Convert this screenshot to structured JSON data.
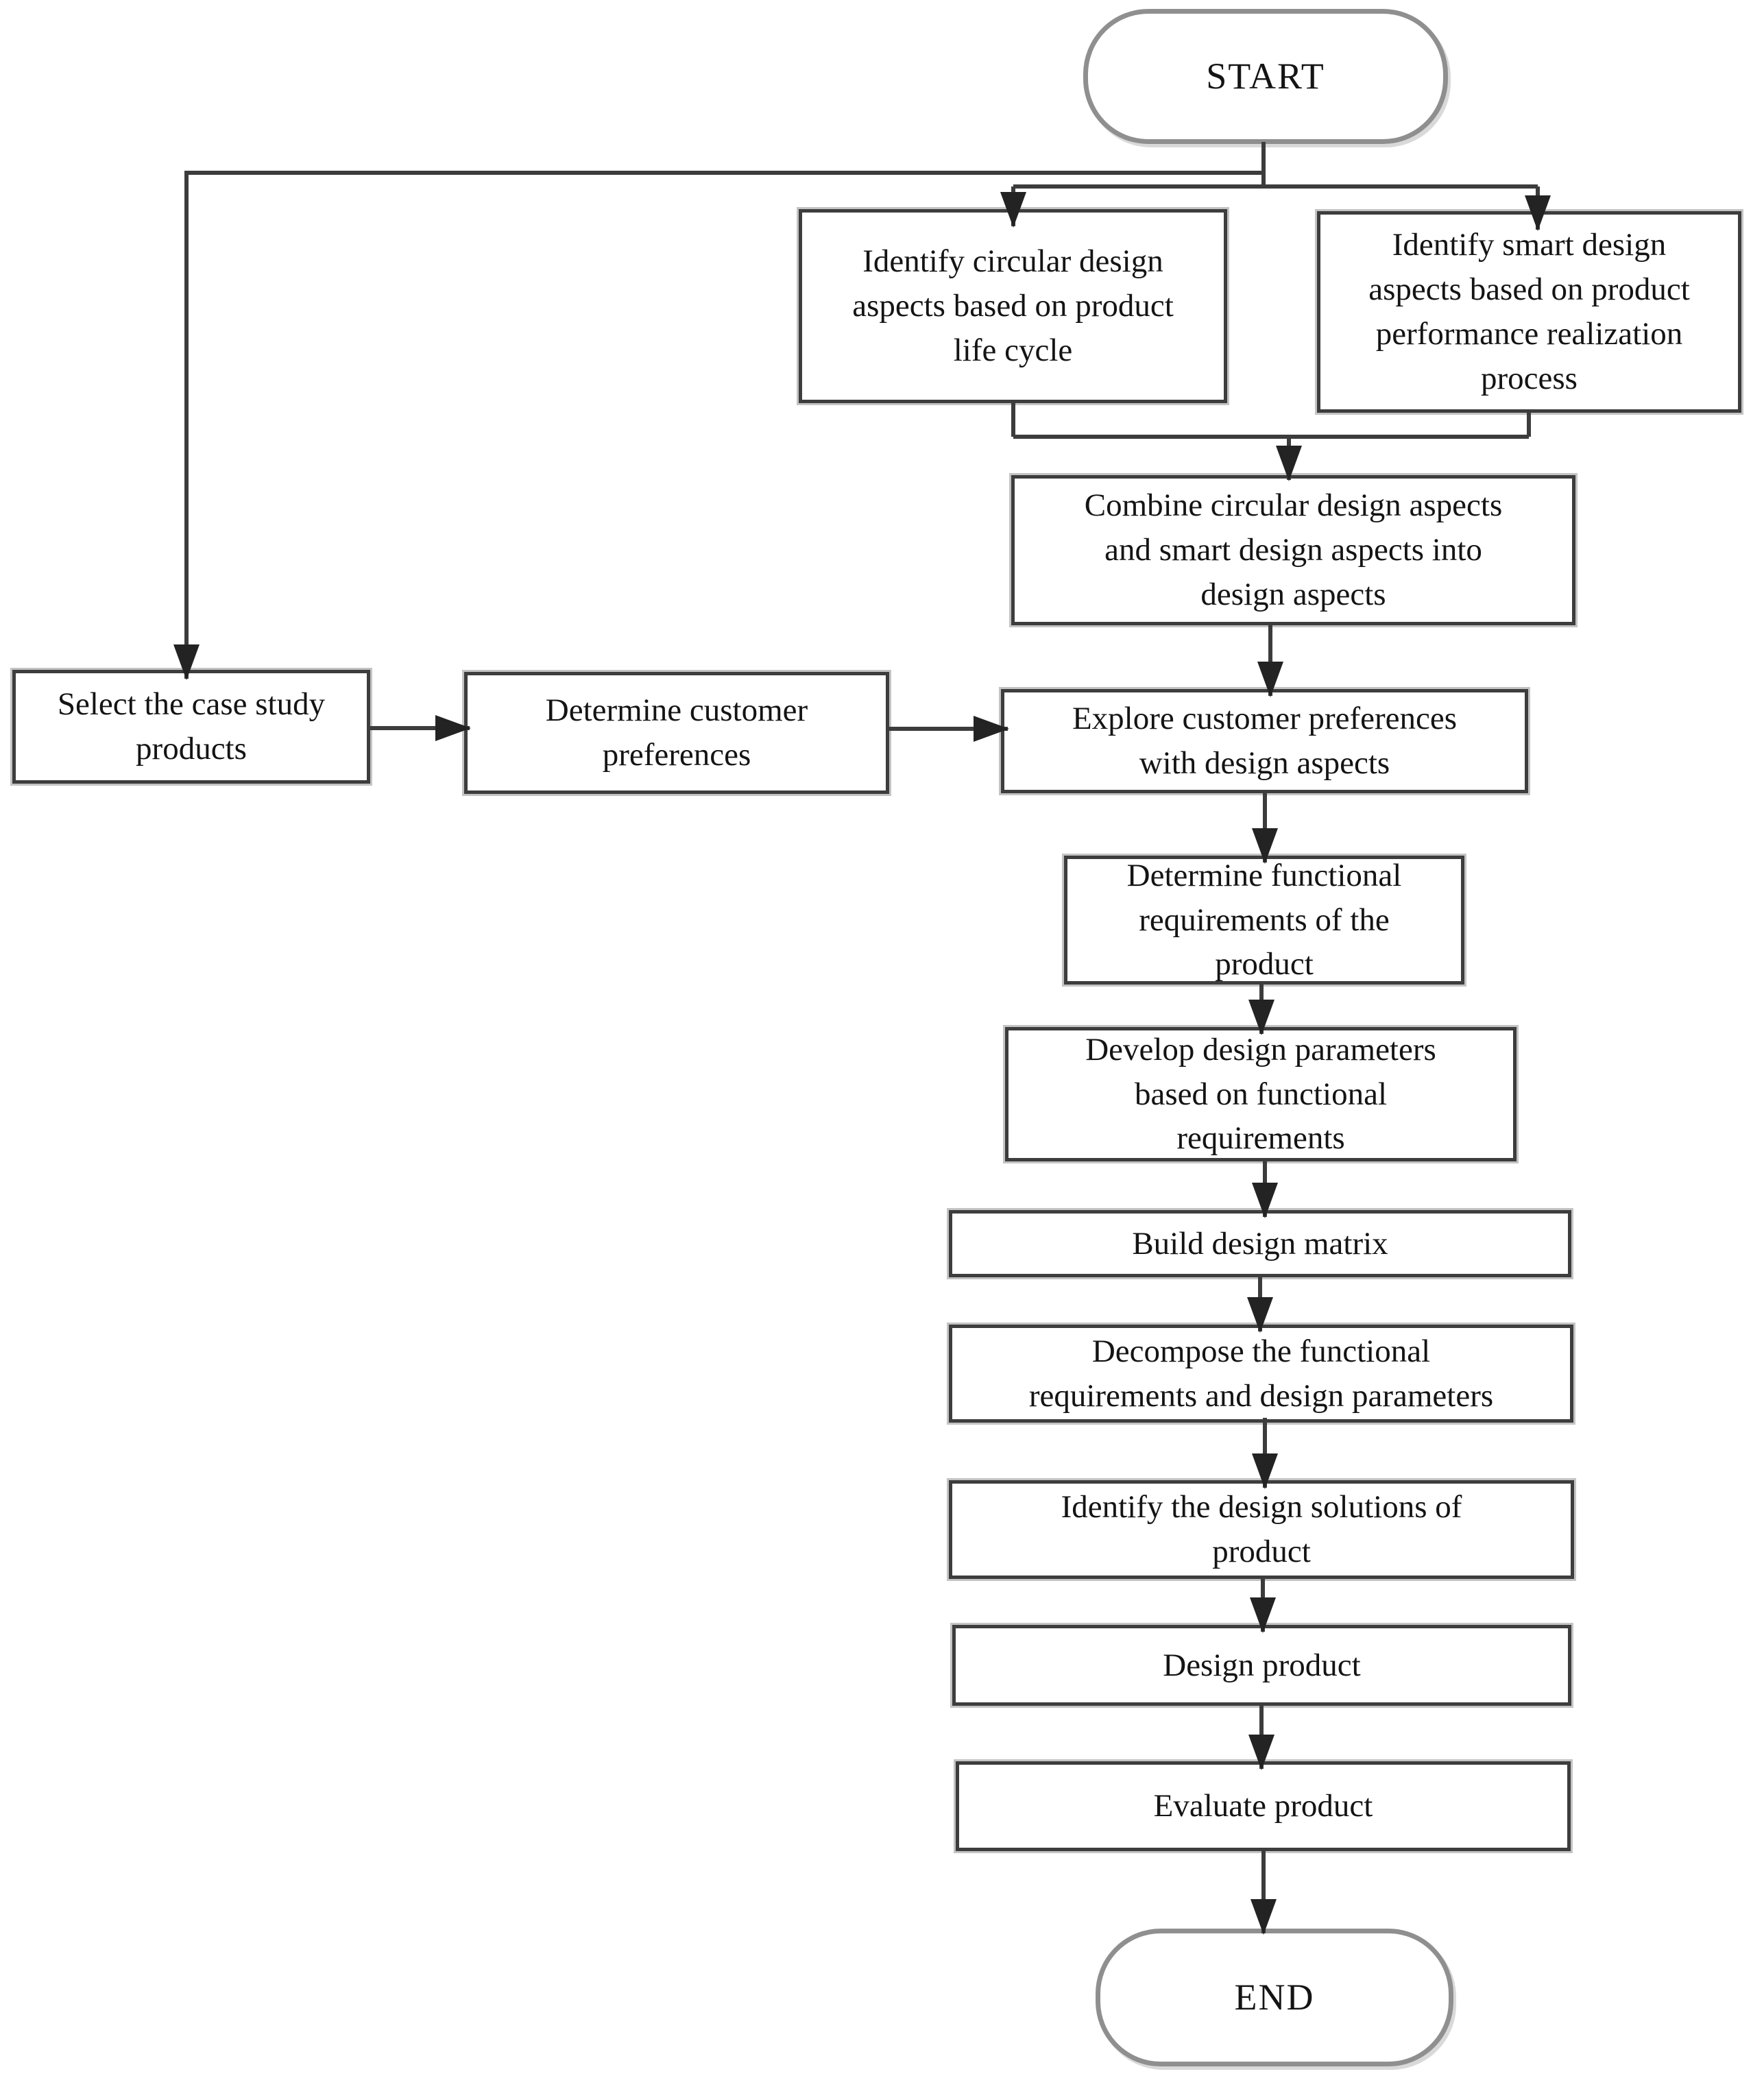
{
  "diagram": {
    "type": "flowchart",
    "nodes": {
      "start": {
        "label": "START",
        "shape": "terminator"
      },
      "identify_circular": {
        "label": "Identify circular design\naspects based on product\nlife cycle",
        "shape": "process"
      },
      "identify_smart": {
        "label": "Identify smart design\naspects based on product\nperformance realization\nprocess",
        "shape": "process"
      },
      "combine_aspects": {
        "label": "Combine circular design aspects\nand smart design aspects into\ndesign aspects",
        "shape": "process"
      },
      "select_products": {
        "label": "Select the case study\nproducts",
        "shape": "process"
      },
      "determine_preferences": {
        "label": "Determine customer\npreferences",
        "shape": "process"
      },
      "explore_preferences": {
        "label": "Explore customer preferences\nwith design aspects",
        "shape": "process"
      },
      "determine_requirements": {
        "label": "Determine functional\nrequirements of the\nproduct",
        "shape": "process"
      },
      "develop_parameters": {
        "label": "Develop design parameters\nbased on functional\nrequirements",
        "shape": "process"
      },
      "build_matrix": {
        "label": "Build design matrix",
        "shape": "process"
      },
      "decompose": {
        "label": "Decompose the functional\nrequirements and design parameters",
        "shape": "process"
      },
      "identify_solutions": {
        "label": "Identify the design solutions of\nproduct",
        "shape": "process"
      },
      "design_product": {
        "label": "Design product",
        "shape": "process"
      },
      "evaluate_product": {
        "label": "Evaluate product",
        "shape": "process"
      },
      "end": {
        "label": "END",
        "shape": "terminator"
      }
    },
    "edges": [
      {
        "from": "start",
        "to": "identify_circular"
      },
      {
        "from": "start",
        "to": "identify_smart"
      },
      {
        "from": "start",
        "to": "select_products"
      },
      {
        "from": "identify_circular",
        "to": "combine_aspects"
      },
      {
        "from": "identify_smart",
        "to": "combine_aspects"
      },
      {
        "from": "combine_aspects",
        "to": "explore_preferences"
      },
      {
        "from": "select_products",
        "to": "determine_preferences"
      },
      {
        "from": "determine_preferences",
        "to": "explore_preferences"
      },
      {
        "from": "explore_preferences",
        "to": "determine_requirements"
      },
      {
        "from": "determine_requirements",
        "to": "develop_parameters"
      },
      {
        "from": "develop_parameters",
        "to": "build_matrix"
      },
      {
        "from": "build_matrix",
        "to": "decompose"
      },
      {
        "from": "decompose",
        "to": "identify_solutions"
      },
      {
        "from": "identify_solutions",
        "to": "design_product"
      },
      {
        "from": "design_product",
        "to": "evaluate_product"
      },
      {
        "from": "evaluate_product",
        "to": "end"
      }
    ],
    "colors": {
      "background": "#ffffff",
      "process_border": "#3d3d3d",
      "terminator_border": "#8f8f8f",
      "connector": "#3c3c3c",
      "arrowhead": "#232323",
      "text": "#141414"
    }
  }
}
